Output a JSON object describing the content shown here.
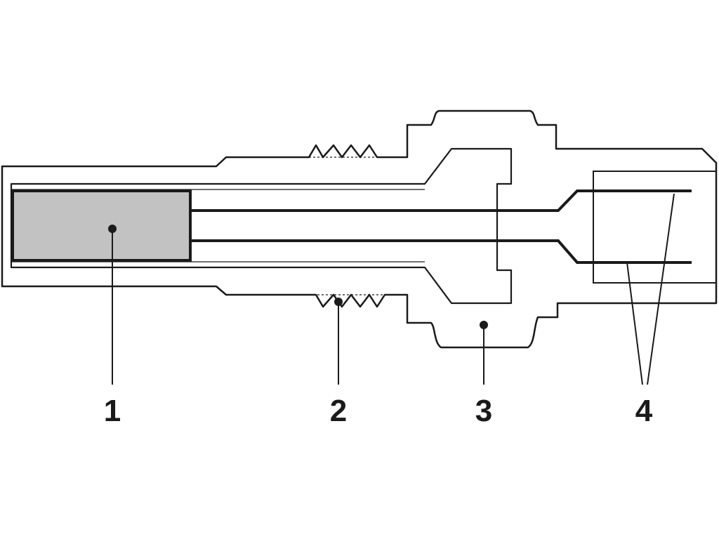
{
  "diagram": {
    "callouts": [
      {
        "id": "1",
        "label": "1"
      },
      {
        "id": "2",
        "label": "2"
      },
      {
        "id": "3",
        "label": "3"
      },
      {
        "id": "4",
        "label": "4"
      }
    ]
  },
  "colors": {
    "background": "#ffffff",
    "outline": "#1a1a1a",
    "element_fill": "#c2c2c2",
    "housing_fill": "#ffffff"
  }
}
